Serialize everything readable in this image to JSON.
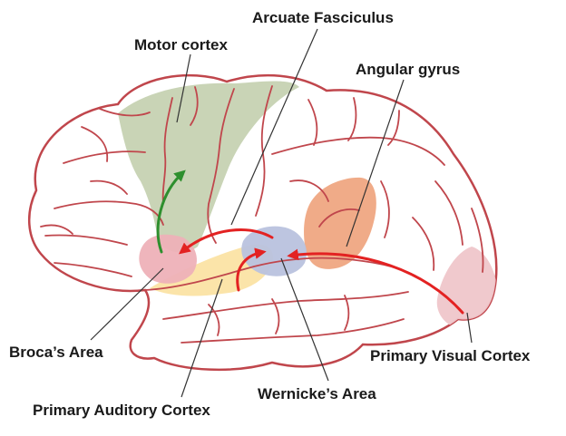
{
  "labels": {
    "arcuate_fasciculus": "Arcuate Fasciculus",
    "motor_cortex": "Motor cortex",
    "angular_gyrus": "Angular gyrus",
    "brocas_area": "Broca’s Area",
    "primary_visual_cortex": "Primary Visual Cortex",
    "primary_auditory_cortex": "Primary Auditory Cortex",
    "wernickes_area": "Wernicke’s Area"
  },
  "colors": {
    "brain_outline": "#c0464c",
    "brain_fill": "#ffffff",
    "motor_cortex": "#c3cfae",
    "angular_gyrus": "#eea27b",
    "brocas_area": "#eeb1b8",
    "primary_auditory_cortex": "#fbe3a4",
    "wernickes_area": "#b9c2de",
    "primary_visual_cortex": "#efc6ca",
    "pathway_red": "#e32222",
    "pathway_green": "#2e8f2e",
    "leader_line": "#333333",
    "label_text": "#1a1a1a"
  }
}
